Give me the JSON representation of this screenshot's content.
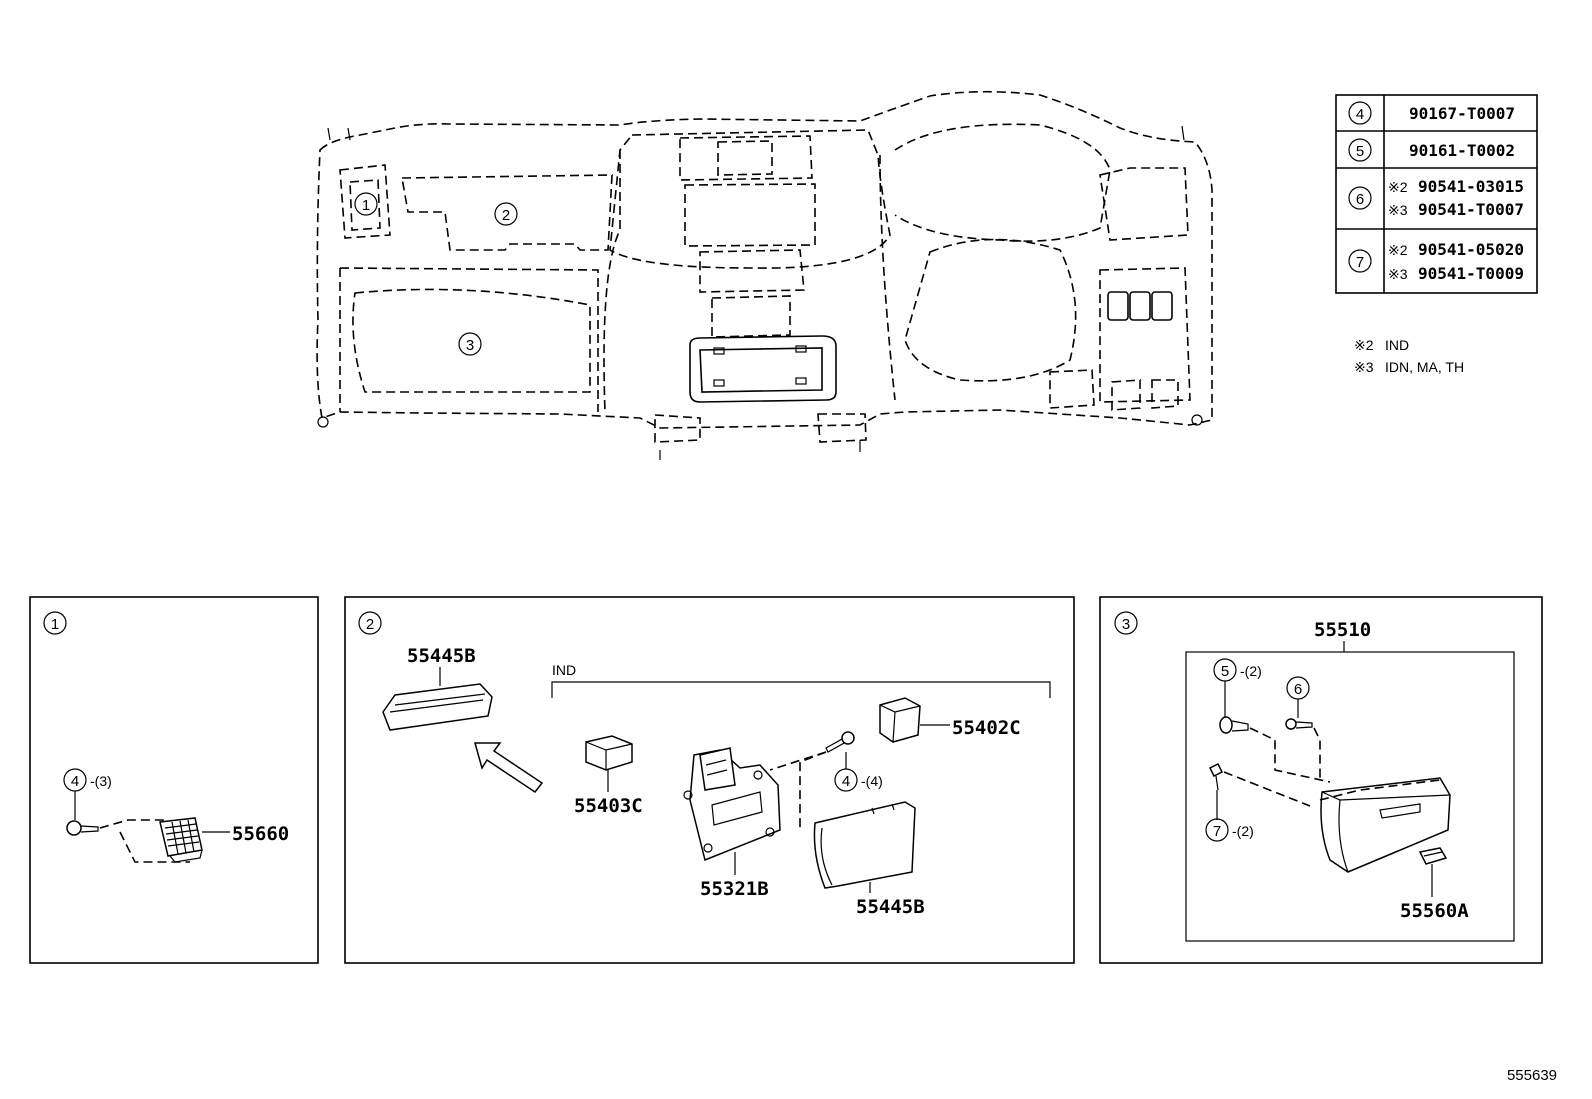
{
  "legend": [
    {
      "ref": "4",
      "parts": [
        {
          "note": "",
          "code": "90167-T0007"
        }
      ]
    },
    {
      "ref": "5",
      "parts": [
        {
          "note": "",
          "code": "90161-T0002"
        }
      ]
    },
    {
      "ref": "6",
      "parts": [
        {
          "note": "※2",
          "code": "90541-03015"
        },
        {
          "note": "※3",
          "code": "90541-T0007"
        }
      ]
    },
    {
      "ref": "7",
      "parts": [
        {
          "note": "※2",
          "code": "90541-05020"
        },
        {
          "note": "※3",
          "code": "90541-T0009"
        }
      ]
    }
  ],
  "notes": [
    {
      "mark": "※2",
      "text": "IND"
    },
    {
      "mark": "※3",
      "text": "IDN, MA, TH"
    }
  ],
  "overview": {
    "callouts": [
      "1",
      "2",
      "3"
    ]
  },
  "panel1": {
    "number": "1",
    "screw_ref": "4",
    "screw_qty": "-(3)",
    "part": "55660"
  },
  "panel2": {
    "number": "2",
    "top_part": "55445B",
    "variant_label": "IND",
    "parts": [
      "55402C",
      "55403C",
      "55321B",
      "55445B"
    ],
    "screw_ref": "4",
    "screw_qty": "-(4)"
  },
  "panel3": {
    "number": "3",
    "assembly": "55510",
    "ref5": "5",
    "ref5_qty": "-(2)",
    "ref6": "6",
    "ref7": "7",
    "ref7_qty": "-(2)",
    "part": "55560A"
  },
  "figure_id": "555639"
}
